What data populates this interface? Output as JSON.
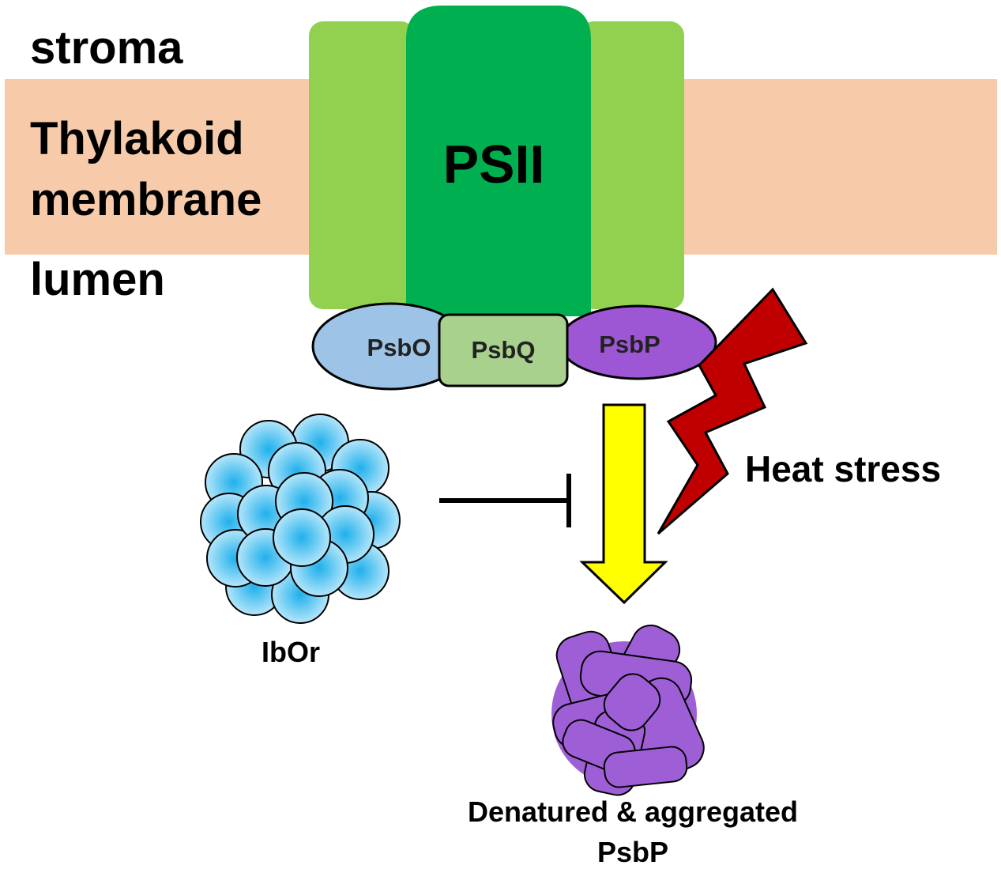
{
  "labels": {
    "stroma": "stroma",
    "membrane_line1": "Thylakoid",
    "membrane_line2": "membrane",
    "lumen": "lumen",
    "psii": "PSII",
    "psbo": "PsbO",
    "psbq": "PsbQ",
    "psbp": "PsbP",
    "heat_stress": "Heat stress",
    "ibor": "IbOr",
    "aggregate_line1": "Denatured & aggregated",
    "aggregate_line2": "PsbP"
  },
  "colors": {
    "membrane": "#f7cbaa",
    "psii_core": "#00b050",
    "psii_side": "#92d050",
    "psbo": "#9dc3e6",
    "psbq": "#a9d18e",
    "psbp": "#9e57d4",
    "arrow": "#ffff00",
    "lightning": "#c00000",
    "ibor_center": "#22b3ee",
    "ibor_edge": "#bfe9fb",
    "aggregate": "#9e5fd6"
  },
  "icons": {
    "lightning": "lightning-bolt-icon",
    "ibor": "sphere-cluster-icon",
    "aggregate": "protein-aggregate-icon",
    "inhibition": "inhibition-arrow-icon",
    "flow": "down-arrow-icon"
  }
}
